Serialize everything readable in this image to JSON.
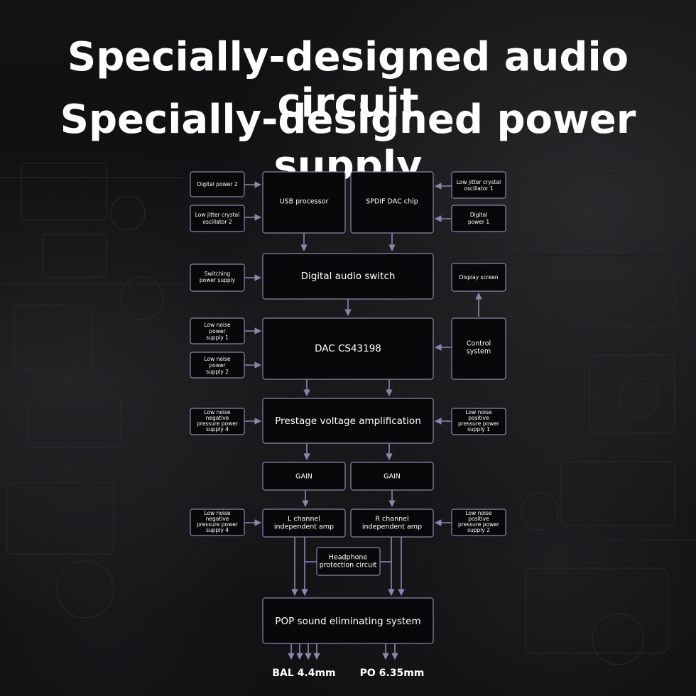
{
  "title": {
    "line1": "Specially-designed audio circuit",
    "line2": "Specially-designed power supply"
  },
  "blocks": {
    "digital_power_2": [
      "Digital power 2"
    ],
    "crystal_osc_2": [
      "Low jitter crystal",
      "oscillator 2"
    ],
    "usb_processor": [
      "USB processor"
    ],
    "spdif_dac_chip": [
      "SPDIF DAC chip"
    ],
    "crystal_osc_1": [
      "Low jitter crystal",
      "oscillator 1"
    ],
    "digital_power_1": [
      "Digital",
      "power 1"
    ],
    "switching_power": [
      "Switching",
      "power supply"
    ],
    "digital_audio_switch": [
      "Digital audio switch"
    ],
    "display_screen": [
      "Display screen"
    ],
    "low_noise_1": [
      "Low noise",
      "power",
      "supply 1"
    ],
    "low_noise_2": [
      "Low noise",
      "power",
      "supply 2"
    ],
    "dac": [
      "DAC CS43198"
    ],
    "control_system": [
      "Control",
      "system"
    ],
    "neg_supply_4a": [
      "Low noise",
      "negative",
      "pressure power",
      "supply 4"
    ],
    "prestage": [
      "Prestage voltage amplification"
    ],
    "pos_supply_1": [
      "Low noise",
      "positive",
      "pressure power",
      "supply 1"
    ],
    "gain_l": [
      "GAIN"
    ],
    "gain_r": [
      "GAIN"
    ],
    "neg_supply_4b": [
      "Low noise",
      "negative",
      "pressure power",
      "supply 4"
    ],
    "l_amp": [
      "L channel",
      "independent amp"
    ],
    "r_amp": [
      "R channel",
      "independent amp"
    ],
    "pos_supply_2": [
      "Low noise",
      "positive",
      "pressure power",
      "supply 2"
    ],
    "headphone_protection": [
      "Headphone",
      "protection circuit"
    ],
    "pop_system": [
      "POP sound eliminating system"
    ]
  },
  "outputs": {
    "bal": "BAL 4.4mm",
    "po": "PO 6.35mm"
  },
  "colors": {
    "line": "#8a86b0",
    "box_border": "#8a86a6",
    "text": "#ffffff"
  }
}
